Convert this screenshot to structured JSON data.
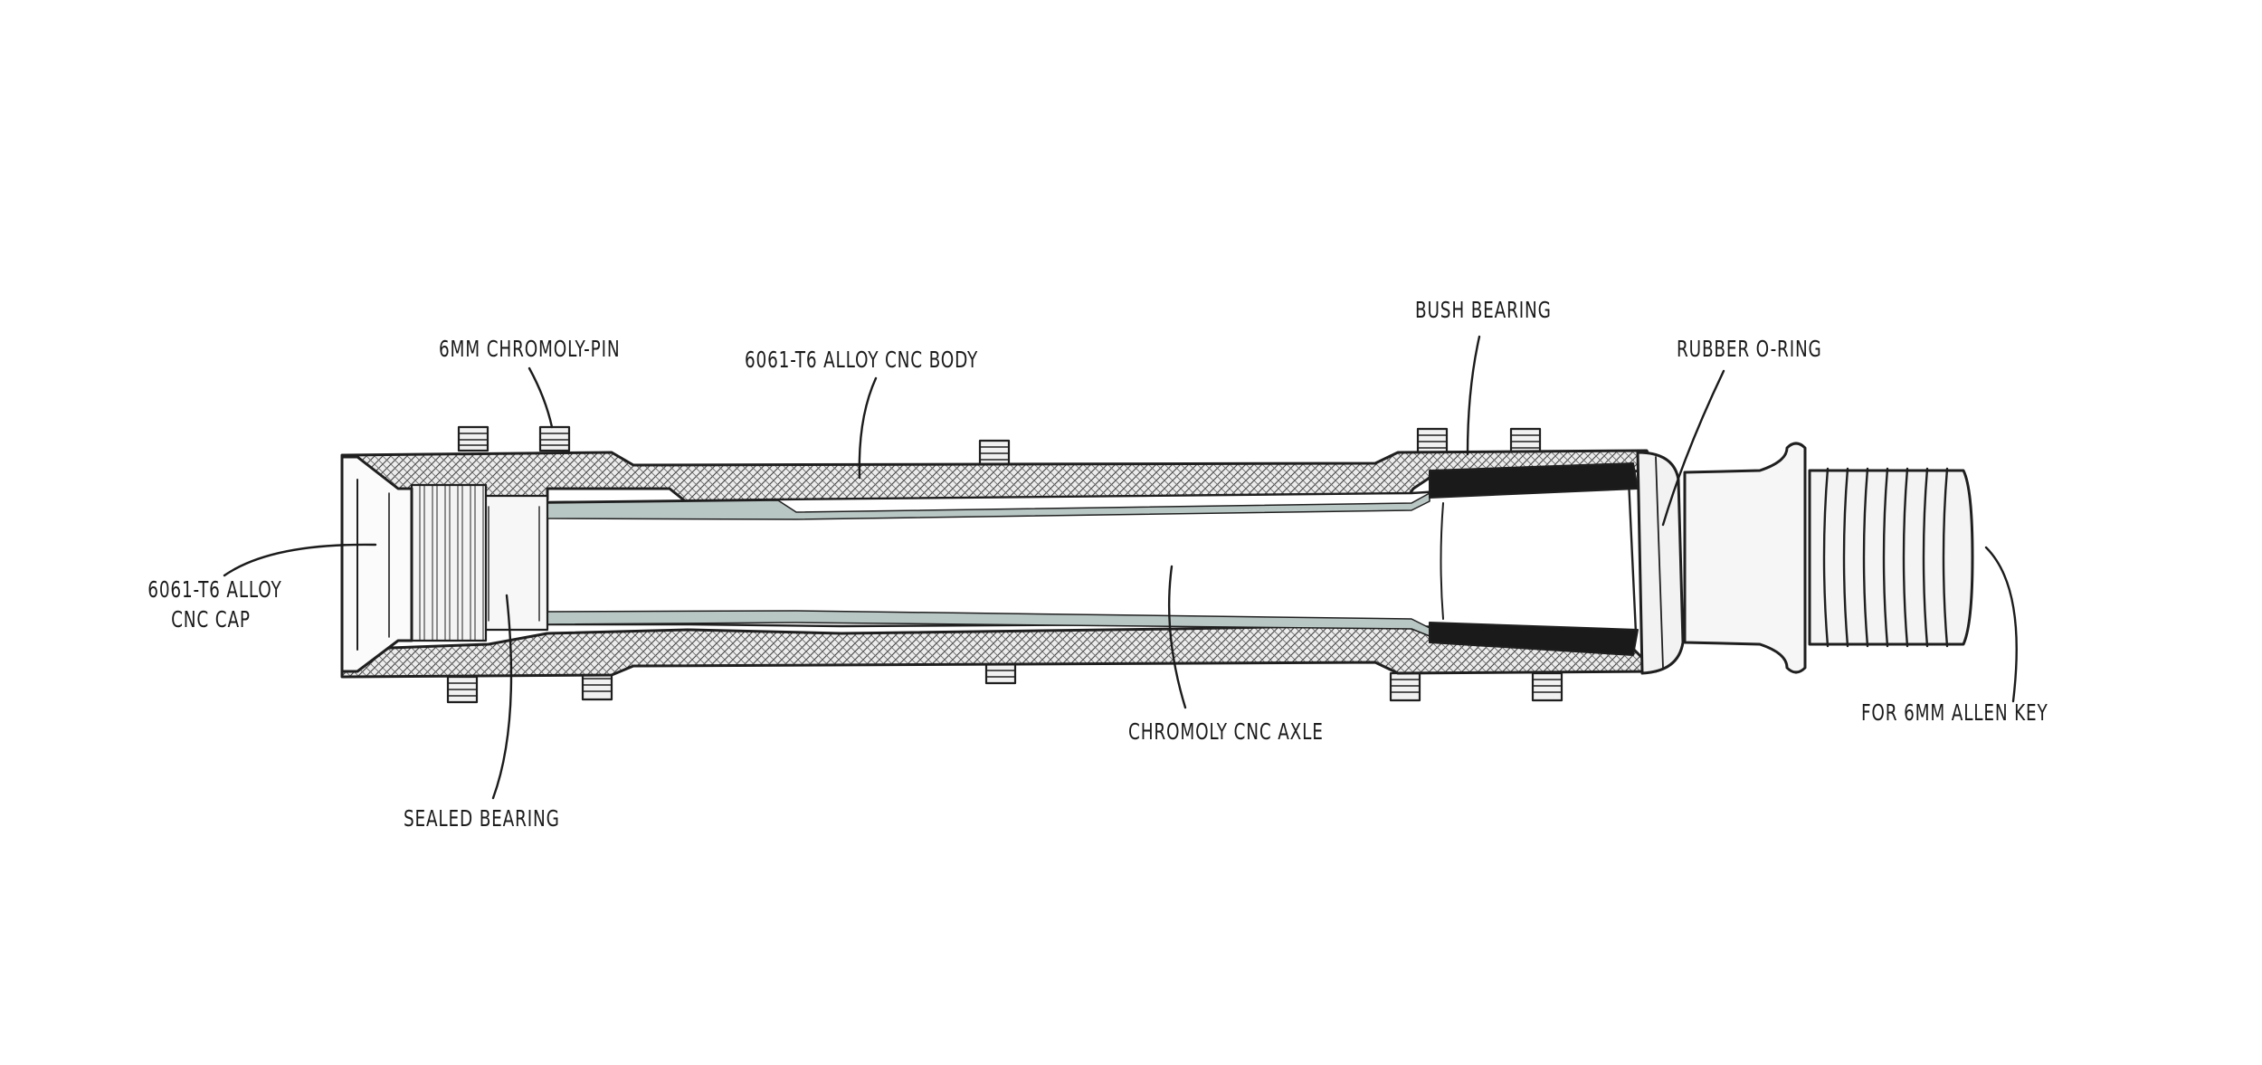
{
  "labels": {
    "chromoly_pin": "6MM CHROMOLY-PIN",
    "alloy_body": "6061-T6 ALLOY CNC BODY",
    "bush_bearing": "BUSH BEARING",
    "rubber_oring": "RUBBER O-RING",
    "alloy_cap_line1": "6061-T6 ALLOY",
    "alloy_cap_line2": "CNC CAP",
    "axle": "CHROMOLY CNC AXLE",
    "allen_key": "FOR 6MM ALLEN KEY",
    "sealed_bearing": "SEALED BEARING"
  },
  "colors": {
    "ink": "#1f1f1f",
    "body_fill": "#d9d9d9",
    "shadow_fill": "#b8c6c4",
    "paper": "#ffffff"
  }
}
